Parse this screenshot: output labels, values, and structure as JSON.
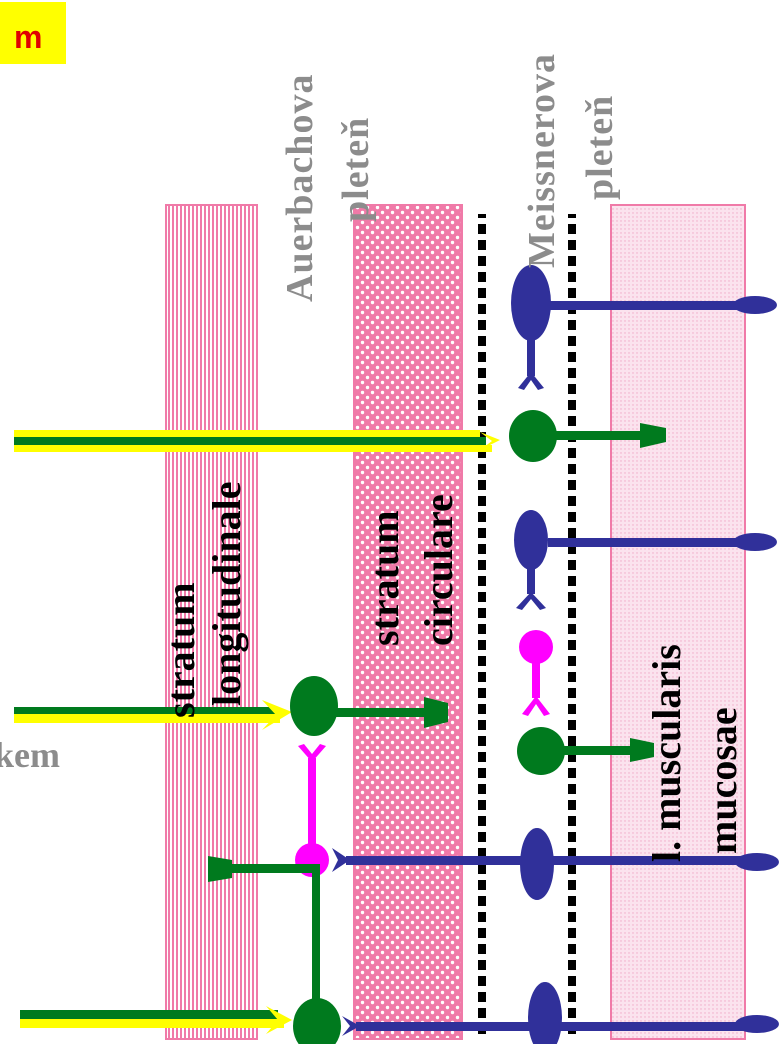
{
  "labels": {
    "top_left_tag": "m",
    "left_partial": "kem",
    "auerbach_line1": "Auerbachova",
    "auerbach_line2": "pleteň",
    "meissner_line1": "Meissnerova",
    "meissner_line2": "pleteň",
    "long_line1": "stratum",
    "long_line2": "longitudinale",
    "circ_line1": "stratum",
    "circ_line2": "circulare",
    "mucosae_line1": "l. muscularis",
    "mucosae_line2": "mucosae"
  },
  "colors": {
    "green": "#007A1E",
    "yellow": "#FFFF00",
    "navy": "#30309A",
    "magenta": "#FF00FF",
    "pink": "#F07AA8",
    "label_gray": "#8C8C8C",
    "tag_bg": "#FFFF00",
    "tag_text": "#E00000"
  }
}
